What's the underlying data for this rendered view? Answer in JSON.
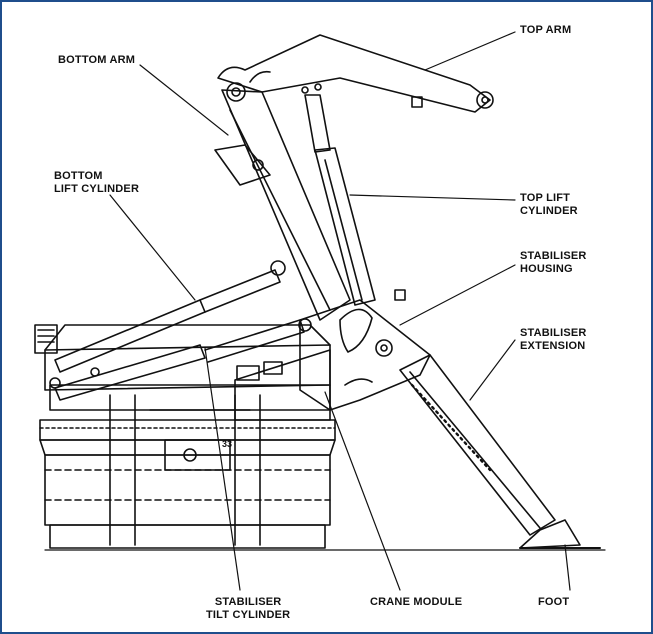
{
  "labels": {
    "top_arm": "TOP ARM",
    "bottom_arm": "BOTTOM ARM",
    "bottom_lift_cylinder_1": "BOTTOM",
    "bottom_lift_cylinder_2": "LIFT CYLINDER",
    "top_lift_cylinder_1": "TOP LIFT",
    "top_lift_cylinder_2": "CYLINDER",
    "stabiliser_housing_1": "STABILISER",
    "stabiliser_housing_2": "HOUSING",
    "stabiliser_extension_1": "STABILISER",
    "stabiliser_extension_2": "EXTENSION",
    "stabiliser_tilt_cylinder_1": "STABILISER",
    "stabiliser_tilt_cylinder_2": "TILT CYLINDER",
    "crane_module": "CRANE MODULE",
    "foot": "FOOT",
    "plate_number": "33"
  },
  "colors": {
    "frame_border": "#1f4e8c",
    "line": "#111111",
    "background": "#ffffff"
  }
}
